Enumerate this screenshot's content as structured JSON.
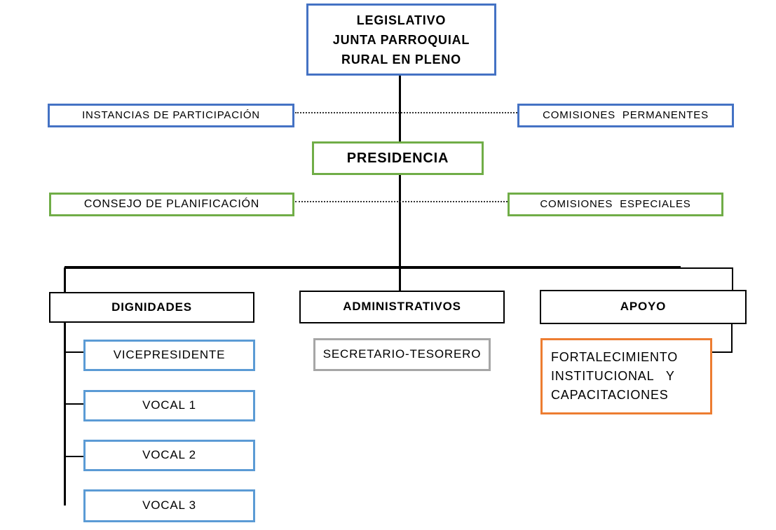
{
  "diagram": {
    "type": "org-chart",
    "colors": {
      "primary_blue": "#4472C4",
      "light_blue": "#5B9BD5",
      "green": "#70AD47",
      "orange": "#ED7D31",
      "gray": "#A6A6A6",
      "connector_black": "#000000"
    },
    "nodes": {
      "legislativo": {
        "lines": [
          "LEGISLATIVO",
          "JUNTA PARROQUIAL",
          "RURAL EN PLENO"
        ]
      },
      "instancias": {
        "label": "INSTANCIAS DE PARTICIPACIÓN"
      },
      "comisiones_permanentes": {
        "label": "COMISIONES PERMANENTES"
      },
      "presidencia": {
        "label": "PRESIDENCIA"
      },
      "consejo": {
        "label": "CONSEJO DE PLANIFICACIÓN"
      },
      "comisiones_especiales": {
        "label": "COMISIONES ESPECIALES"
      },
      "dignidades": {
        "label": "DIGNIDADES"
      },
      "administrativos": {
        "label": "ADMINISTRATIVOS"
      },
      "apoyo": {
        "label": "APOYO"
      },
      "vicepresidente": {
        "label": "VICEPRESIDENTE"
      },
      "vocal1": {
        "label": "VOCAL 1"
      },
      "vocal2": {
        "label": "VOCAL 2"
      },
      "vocal3": {
        "label": "VOCAL 3"
      },
      "secretario": {
        "label": "SECRETARIO-TESORERO"
      },
      "fortalecimiento": {
        "lines": [
          "FORTALECIMIENTO",
          "INSTITUCIONAL   Y",
          "CAPACITACIONES"
        ]
      }
    },
    "relations": {
      "solid": [
        "legislativo -> presidencia",
        "presidencia -> dignidades",
        "presidencia -> administrativos",
        "presidencia -> apoyo",
        "dignidades -> vicepresidente",
        "dignidades -> vocal1",
        "dignidades -> vocal2",
        "dignidades -> vocal3",
        "apoyo -> fortalecimiento"
      ],
      "dotted": [
        "instancias -- comisiones_permanentes",
        "consejo -- comisiones_especiales"
      ]
    }
  }
}
